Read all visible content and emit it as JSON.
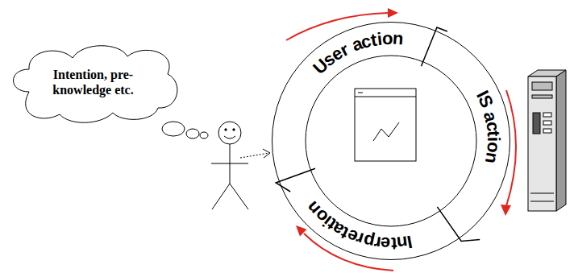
{
  "diagram": {
    "nodes": [
      {
        "text": [
          "Intention, pre-knowledge etc."
        ]
      },
      {
        "text": [
          "User action",
          "IS action",
          "Interpretation"
        ]
      }
    ]
  }
}
